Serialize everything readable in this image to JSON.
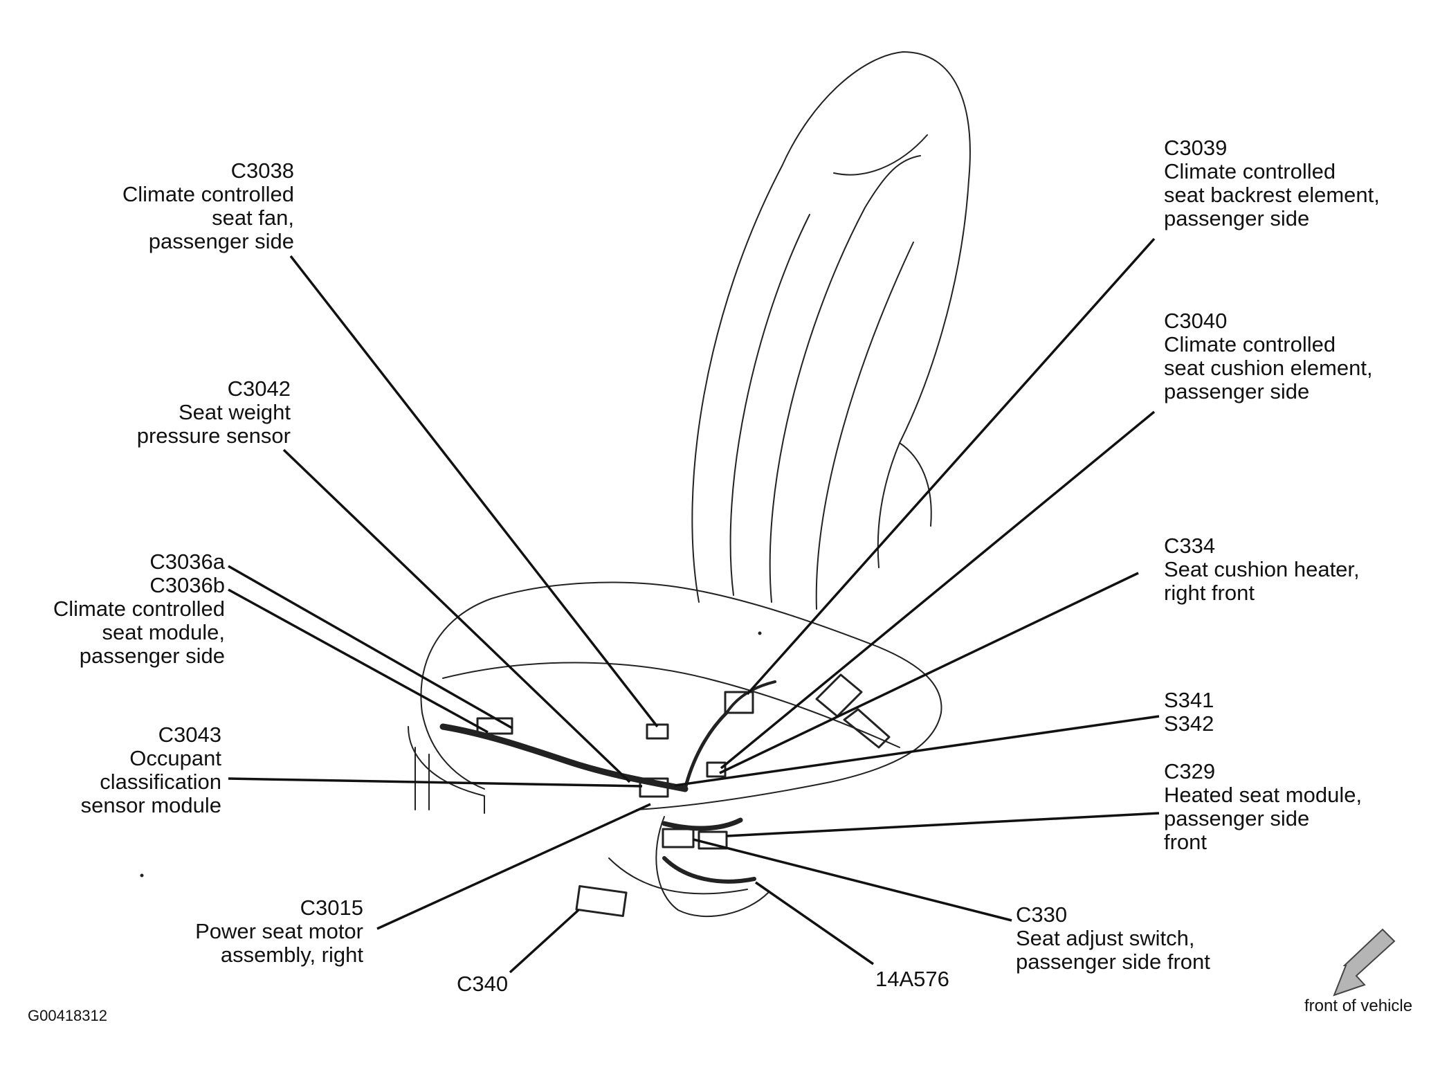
{
  "callouts": {
    "c3038": {
      "lines": [
        "C3038",
        "Climate controlled",
        "seat fan,",
        "passenger side"
      ]
    },
    "c3042": {
      "lines": [
        "C3042",
        "Seat weight",
        "pressure sensor"
      ]
    },
    "c3036": {
      "lines": [
        "C3036a",
        "C3036b",
        "Climate controlled",
        "seat module,",
        "passenger side"
      ]
    },
    "c3043": {
      "lines": [
        "C3043",
        "Occupant",
        "classification",
        "sensor module"
      ]
    },
    "c3015": {
      "lines": [
        "C3015",
        "Power seat motor",
        "assembly, right"
      ]
    },
    "c340": {
      "lines": [
        "C340"
      ]
    },
    "a14a576": {
      "lines": [
        "14A576"
      ]
    },
    "c330": {
      "lines": [
        "C330",
        "Seat adjust switch,",
        "passenger side front"
      ]
    },
    "c329": {
      "lines": [
        "C329",
        "Heated seat module,",
        "passenger side",
        "front"
      ]
    },
    "s341": {
      "lines": [
        "S341",
        "S342"
      ]
    },
    "c334": {
      "lines": [
        "C334",
        "Seat cushion heater,",
        "right front"
      ]
    },
    "c3040": {
      "lines": [
        "C3040",
        "Climate controlled",
        "seat cushion element,",
        "passenger side"
      ]
    },
    "c3039": {
      "lines": [
        "C3039",
        "Climate controlled",
        "seat backrest element,",
        "passenger side"
      ]
    }
  },
  "figure_id": "G00418312",
  "orientation_label": "front of vehicle",
  "colors": {
    "line": "#111111",
    "arrow_fill": "#b5b5b5"
  }
}
